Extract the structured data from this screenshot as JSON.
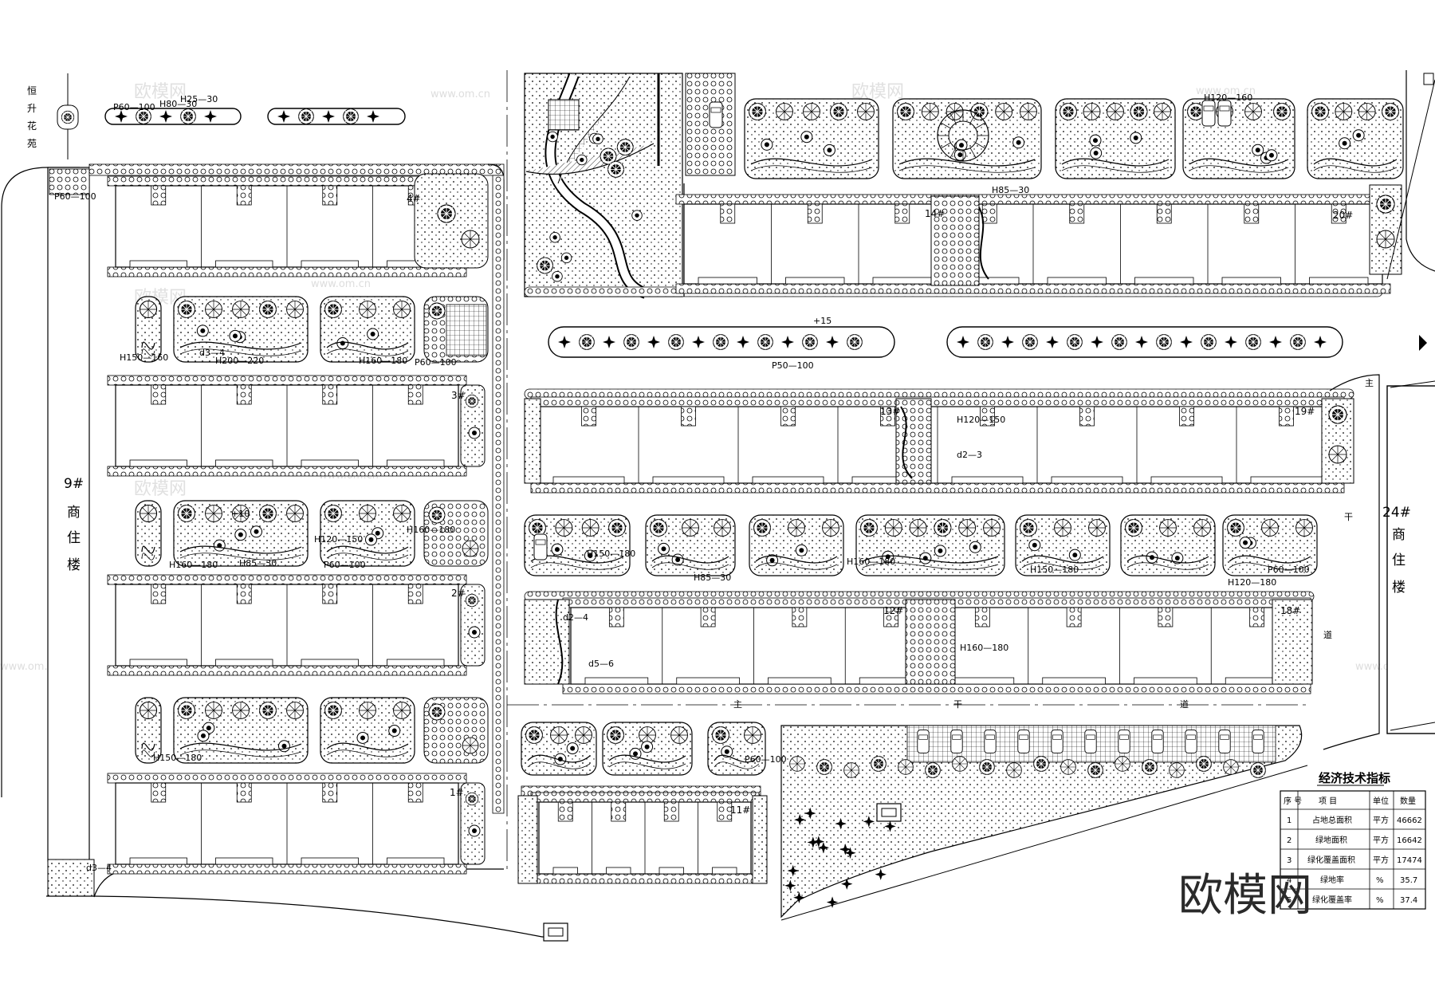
{
  "labels": {
    "flower_bed": [
      "恒",
      "升",
      "花",
      "苑"
    ],
    "building_9": "9#",
    "building_9_text": [
      "商",
      "住",
      "楼"
    ],
    "building_24": "24#",
    "building_24_text": [
      "商",
      "住",
      "楼"
    ],
    "road_main": [
      "主",
      "干",
      "道"
    ],
    "road_side": [
      "主",
      "干",
      "道"
    ]
  },
  "buildings": {
    "b1": "1#",
    "b2": "2#",
    "b3": "3#",
    "b4": "4#",
    "b11": "11#",
    "b12": "12#",
    "b13": "13#",
    "b14": "14#",
    "b18": "18#",
    "b19": "19#",
    "b20": "20#"
  },
  "planting_codes": {
    "p1": "P60—100",
    "p2": "H80—30",
    "p3": "H25—30",
    "p4": "P60—100",
    "p5": "H150—160",
    "p6": "H200—220",
    "p7": "H160—180",
    "p8": "P60—100",
    "p9": "H160—180",
    "p10": "H85—30",
    "p11": "P60—100",
    "p12": "H120—150",
    "p13": "H160—180",
    "p14": "H150—180",
    "p15": "P50—100",
    "p16": "H120—150",
    "p17": "d2—3",
    "p18": "H150—180",
    "p19": "H85—30",
    "p20": "H160—180",
    "p21": "H160—180",
    "p22": "P60—100",
    "p23": "H120—180",
    "p24": "d2—4",
    "p25": "d3—4",
    "p26": "d5—6",
    "p27": "d3—4",
    "p28": "+10",
    "p29": "+15",
    "p30": "H85—30",
    "p31": "H150—180",
    "p32": "H120—160",
    "p33": "P60—100"
  },
  "table": {
    "title": "经济技术指标",
    "headers": [
      "序 号",
      "项 目",
      "单位",
      "数量"
    ],
    "rows": [
      [
        "1",
        "占地总面积",
        "平方",
        "46662"
      ],
      [
        "2",
        "绿地面积",
        "平方",
        "16642"
      ],
      [
        "3",
        "绿化覆盖面积",
        "平方",
        "17474"
      ],
      [
        "4",
        "绿地率",
        "%",
        "35.7"
      ],
      [
        "5",
        "绿化覆盖率",
        "%",
        "37.4"
      ]
    ]
  },
  "watermark": {
    "brand": "欧模网",
    "cn": "欧模网",
    "url": "www.om.cn"
  }
}
